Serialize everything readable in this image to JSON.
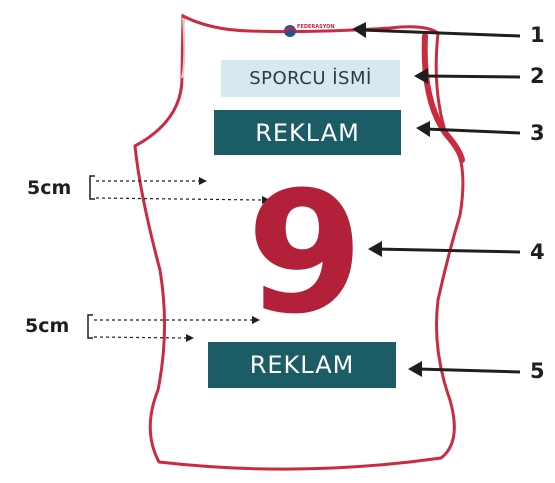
{
  "jersey": {
    "player_name": "SPORCU İSMİ",
    "sponsor_top": "REKLAM",
    "sponsor_bottom": "REKLAM",
    "number": "9",
    "logo_text": "FEDERASYON",
    "colors": {
      "trim": "#cc2b3f",
      "number": "#b3203a",
      "name_box": "#d6e9ee",
      "ad_box": "#1b5c66"
    }
  },
  "callouts": [
    "1",
    "2",
    "3",
    "4",
    "5"
  ],
  "dimensions": {
    "top_gap": "5cm",
    "bottom_gap": "5cm"
  }
}
